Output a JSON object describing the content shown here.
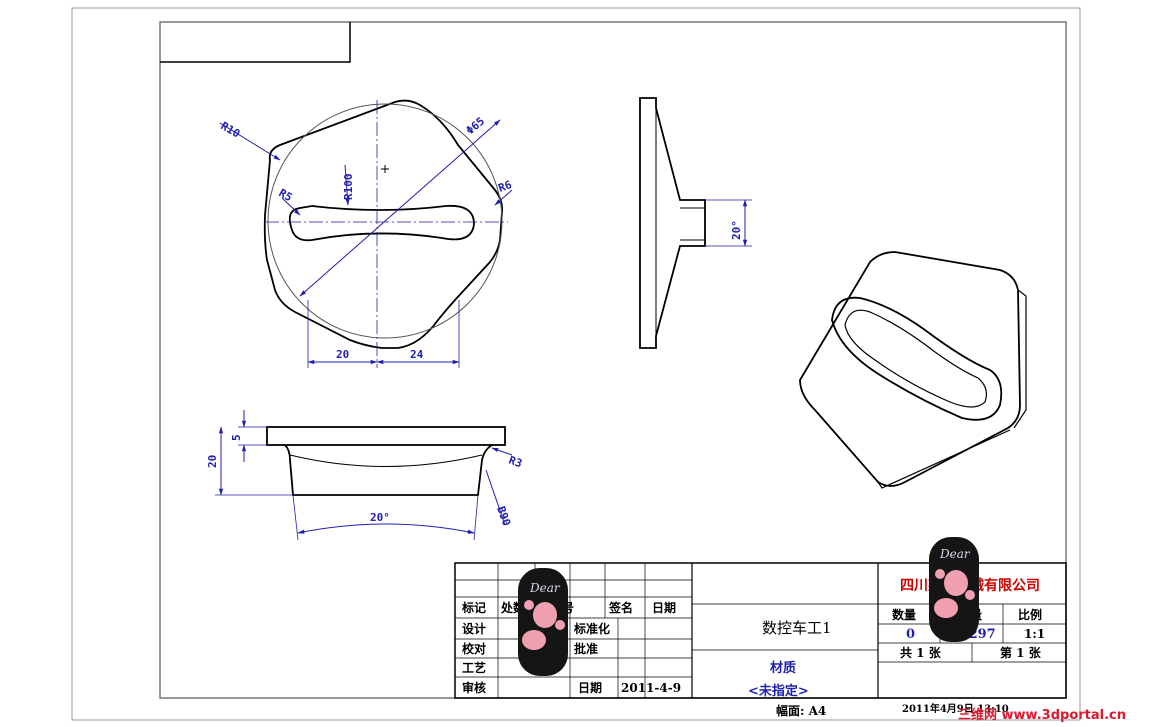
{
  "drawing": {
    "front_view": {
      "dims": {
        "r10": "R10",
        "dia65": "Φ65",
        "r100": "R100",
        "r5": "R5",
        "r6": "R6",
        "w20": "20",
        "w24": "24"
      }
    },
    "side_view": {
      "dims": {
        "angle": "20°"
      }
    },
    "section_view": {
      "dims": {
        "h5": "5",
        "h20": "20",
        "r3": "R3",
        "angle20": "20°",
        "b90": "B90"
      }
    }
  },
  "title_block": {
    "headers": {
      "mark": "标记",
      "count": "处数",
      "file_no": "文件号",
      "sign": "签名",
      "date": "日期"
    },
    "rows": {
      "design": "设计",
      "check": "校对",
      "process": "工艺",
      "review": "审核",
      "std": "标准化",
      "approve": "批准",
      "date_label": "日期",
      "date_value": "2011-4-9"
    },
    "part_name": "数控车工1",
    "material_label": "材质",
    "material_value": "<未指定>",
    "sheet_size": "幅面: A4",
    "company": "四川某某机械有限公司",
    "qty_label": "数量",
    "weight_label": "重量",
    "scale_label": "比例",
    "qty_value": "0",
    "weight_value": "0.297",
    "scale_value": "1:1",
    "total_sheets": "共 1 张",
    "sheet_no": "第 1 张",
    "footer_date": "2011年4月9日  13:10"
  },
  "overlays": {
    "nail_text": "Dear"
  },
  "watermark": "三维网 www.3dportal.cn",
  "colors": {
    "dimension": "#1f1fb0",
    "company": "#d00000",
    "watermark": "#e0182d"
  }
}
